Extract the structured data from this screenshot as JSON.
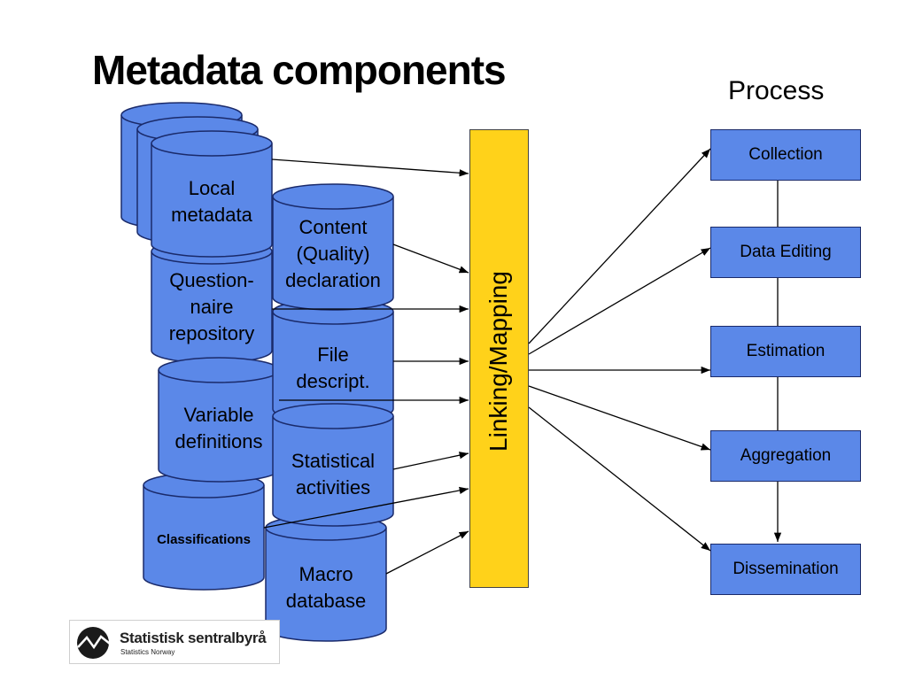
{
  "title": "Metadata components",
  "process_heading": "Process",
  "linking_label": "Linking/Mapping",
  "repositories": {
    "local_metadata": [
      "Local",
      "metadata"
    ],
    "questionnaire": [
      "Question-",
      "naire",
      "repository"
    ],
    "variable_definitions": [
      "Variable",
      "definitions"
    ],
    "classifications": "Classifications",
    "content_declaration": [
      "Content",
      "(Quality)",
      "declaration"
    ],
    "file_descript": [
      "File",
      "descript."
    ],
    "statistical_activities": [
      "Statistical",
      "activities"
    ],
    "macro_database": [
      "Macro",
      "database"
    ]
  },
  "process_steps": [
    "Collection",
    "Data Editing",
    "Estimation",
    "Aggregation",
    "Dissemination"
  ],
  "logo": {
    "name": "Statistisk sentralbyrå",
    "subtitle": "Statistics Norway"
  },
  "colors": {
    "cylinder_fill": "#5b88e8",
    "cylinder_stroke": "#1a2a6a",
    "bar_fill": "#ffd21a",
    "box_fill": "#5b88e8"
  }
}
